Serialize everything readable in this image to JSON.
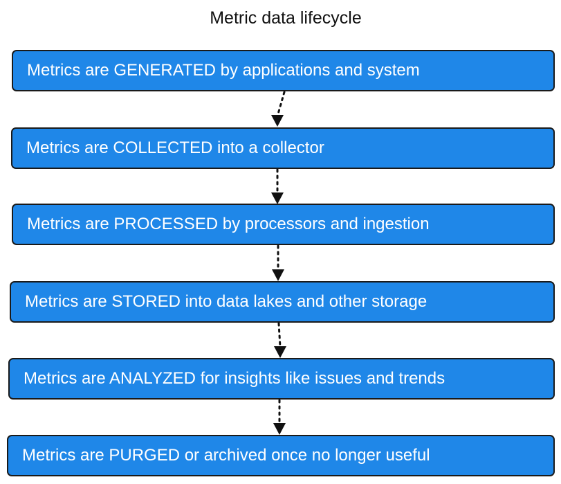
{
  "diagram": {
    "title": "Metric data lifecycle",
    "steps": [
      {
        "label": "Metrics are GENERATED by applications and system"
      },
      {
        "label": "Metrics are COLLECTED into a collector"
      },
      {
        "label": "Metrics are PROCESSED by processors and ingestion"
      },
      {
        "label": "Metrics are STORED into data lakes and other storage"
      },
      {
        "label": "Metrics are ANALYZED for insights like issues and trends"
      },
      {
        "label": "Metrics are PURGED or archived once no longer useful"
      }
    ],
    "colors": {
      "box_fill": "#1f87e8",
      "box_border": "#1a1a1a",
      "box_text": "#ffffff",
      "connector": "#111111"
    }
  }
}
